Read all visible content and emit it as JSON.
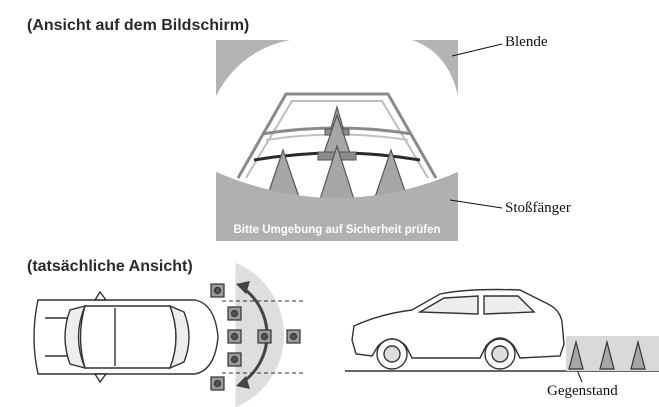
{
  "headings": {
    "screen_view": "(Ansicht auf dem Bildschirm)",
    "actual_view": "(tatsächliche Ansicht)"
  },
  "screen": {
    "warning_text": "Bitte Umgebung auf Sicherheit prüfen"
  },
  "callouts": {
    "blende": "Blende",
    "bumper": "Stoßfänger",
    "object": "Gegenstand"
  },
  "colors": {
    "frame_gray": "#b4b4b4",
    "line_gray": "#8a8a8a",
    "cone_gray": "#a6a6a6",
    "sensor_area": "#dedede"
  }
}
